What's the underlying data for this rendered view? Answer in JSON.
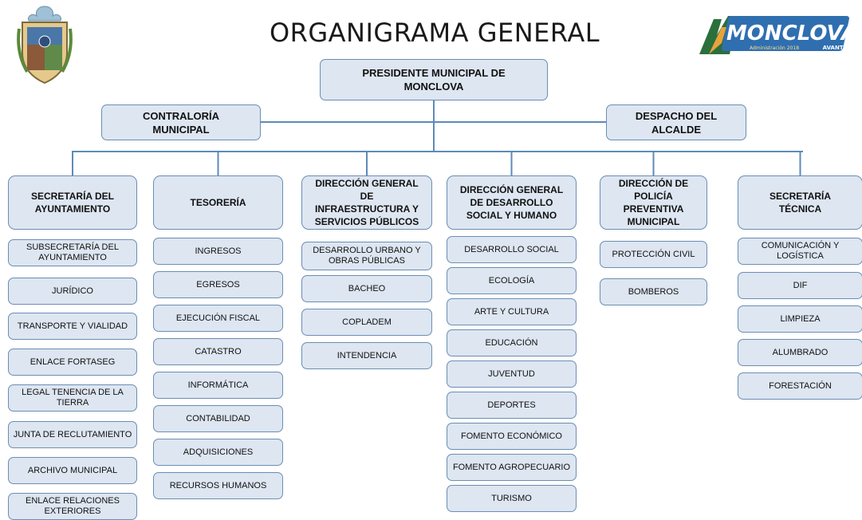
{
  "title": "ORGANIGRAMA GENERAL",
  "logo_right": {
    "text": "MONCLOVA",
    "sub": "Administración 2018",
    "tag": "AVANTE"
  },
  "colors": {
    "box_fill": "#dde6f1",
    "box_border": "#6c8db3",
    "line": "#5e8ab8"
  },
  "president": "PRESIDENTE MUNICIPAL DE MONCLOVA",
  "contraloria": "CONTRALORÍA MUNICIPAL",
  "despacho": "DESPACHO DEL ALCALDE",
  "departments": [
    {
      "name": "SECRETARÍA DEL AYUNTAMIENTO",
      "children": [
        "SUBSECRETARÍA DEL AYUNTAMIENTO",
        "JURÍDICO",
        "TRANSPORTE Y VIALIDAD",
        "ENLACE FORTASEG",
        "LEGAL TENENCIA DE LA TIERRA",
        "JUNTA DE RECLUTAMIENTO",
        "ARCHIVO MUNICIPAL",
        "ENLACE RELACIONES EXTERIORES"
      ]
    },
    {
      "name": "TESORERÍA",
      "children": [
        "INGRESOS",
        "EGRESOS",
        "EJECUCIÓN FISCAL",
        "CATASTRO",
        "INFORMÁTICA",
        "CONTABILIDAD",
        "ADQUISICIONES",
        "RECURSOS HUMANOS"
      ]
    },
    {
      "name": "DIRECCIÓN GENERAL DE INFRAESTRUCTURA Y SERVICIOS PÚBLICOS",
      "children": [
        "DESARROLLO URBANO Y OBRAS PÚBLICAS",
        "BACHEO",
        "COPLADEM",
        "INTENDENCIA"
      ]
    },
    {
      "name": "DIRECCIÓN GENERAL DE DESARROLLO SOCIAL Y HUMANO",
      "children": [
        "DESARROLLO SOCIAL",
        "ECOLOGÍA",
        "ARTE Y CULTURA",
        "EDUCACIÓN",
        "JUVENTUD",
        "DEPORTES",
        "FOMENTO ECONÓMICO",
        "FOMENTO AGROPECUARIO",
        "TURISMO"
      ]
    },
    {
      "name": "DIRECCIÓN DE POLICÍA PREVENTIVA MUNICIPAL",
      "children": [
        "PROTECCIÓN CIVIL",
        "BOMBEROS"
      ]
    },
    {
      "name": "SECRETARÍA TÉCNICA",
      "children": [
        "COMUNICACIÓN Y LOGÍSTICA",
        "DIF",
        "LIMPIEZA",
        "ALUMBRADO",
        "FORESTACIÓN"
      ]
    }
  ]
}
